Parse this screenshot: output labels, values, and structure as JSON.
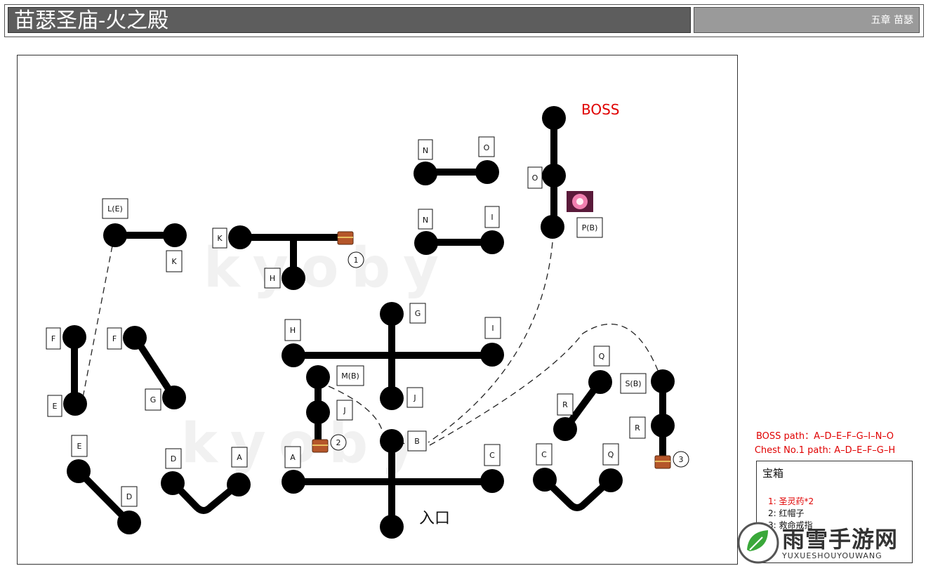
{
  "header": {
    "title": "苗瑟圣庙-火之殿",
    "chapter": "五章 苗瑟"
  },
  "map": {
    "boss_label": "BOSS",
    "entrance_label": "入口",
    "watermark": "kyoby",
    "node_labels": {
      "N_top": "N",
      "O_top": "O",
      "O_mid": "O",
      "P_B": "P(B)",
      "N_low": "N",
      "I_low": "I",
      "L_E": "L(E)",
      "K_a": "K",
      "K_b": "K",
      "H_a": "H",
      "chest1_num": "1",
      "F_a": "F",
      "E_a": "E",
      "F_b": "F",
      "G_a": "G",
      "H_b": "H",
      "G_b": "G",
      "I_b": "I",
      "M_B": "M(B)",
      "J_a": "J",
      "J_b": "J",
      "chest2_num": "2",
      "B": "B",
      "A_a": "A",
      "C_a": "C",
      "E_b": "E",
      "D_a": "D",
      "D_b": "D",
      "A_b": "A",
      "Q_a": "Q",
      "R_a": "R",
      "S_B": "S(B)",
      "R_b": "R",
      "chest3_num": "3",
      "C_b": "C",
      "Q_b": "Q"
    }
  },
  "legend": {
    "boss_path": "BOSS path：A–D–E–F–G–I–N–O",
    "chest_path": "Chest No.1 path: A–D–E–F–G–H",
    "chest_title": "宝箱",
    "items": [
      "1: 圣灵药*2",
      "2: 红帽子",
      "3: 救命戒指"
    ],
    "item_colors": [
      "#e00000",
      "#111111",
      "#111111"
    ]
  },
  "branding": {
    "logo_text": "雨雪手游网",
    "logo_sub": "YUXUESHOUYOUWANG"
  },
  "colors": {
    "title_bg": "#5d5d5d",
    "chapter_bg": "#9a9a9a",
    "boss_red": "#e00000",
    "node": "#000000",
    "chest": "#b5562a"
  }
}
